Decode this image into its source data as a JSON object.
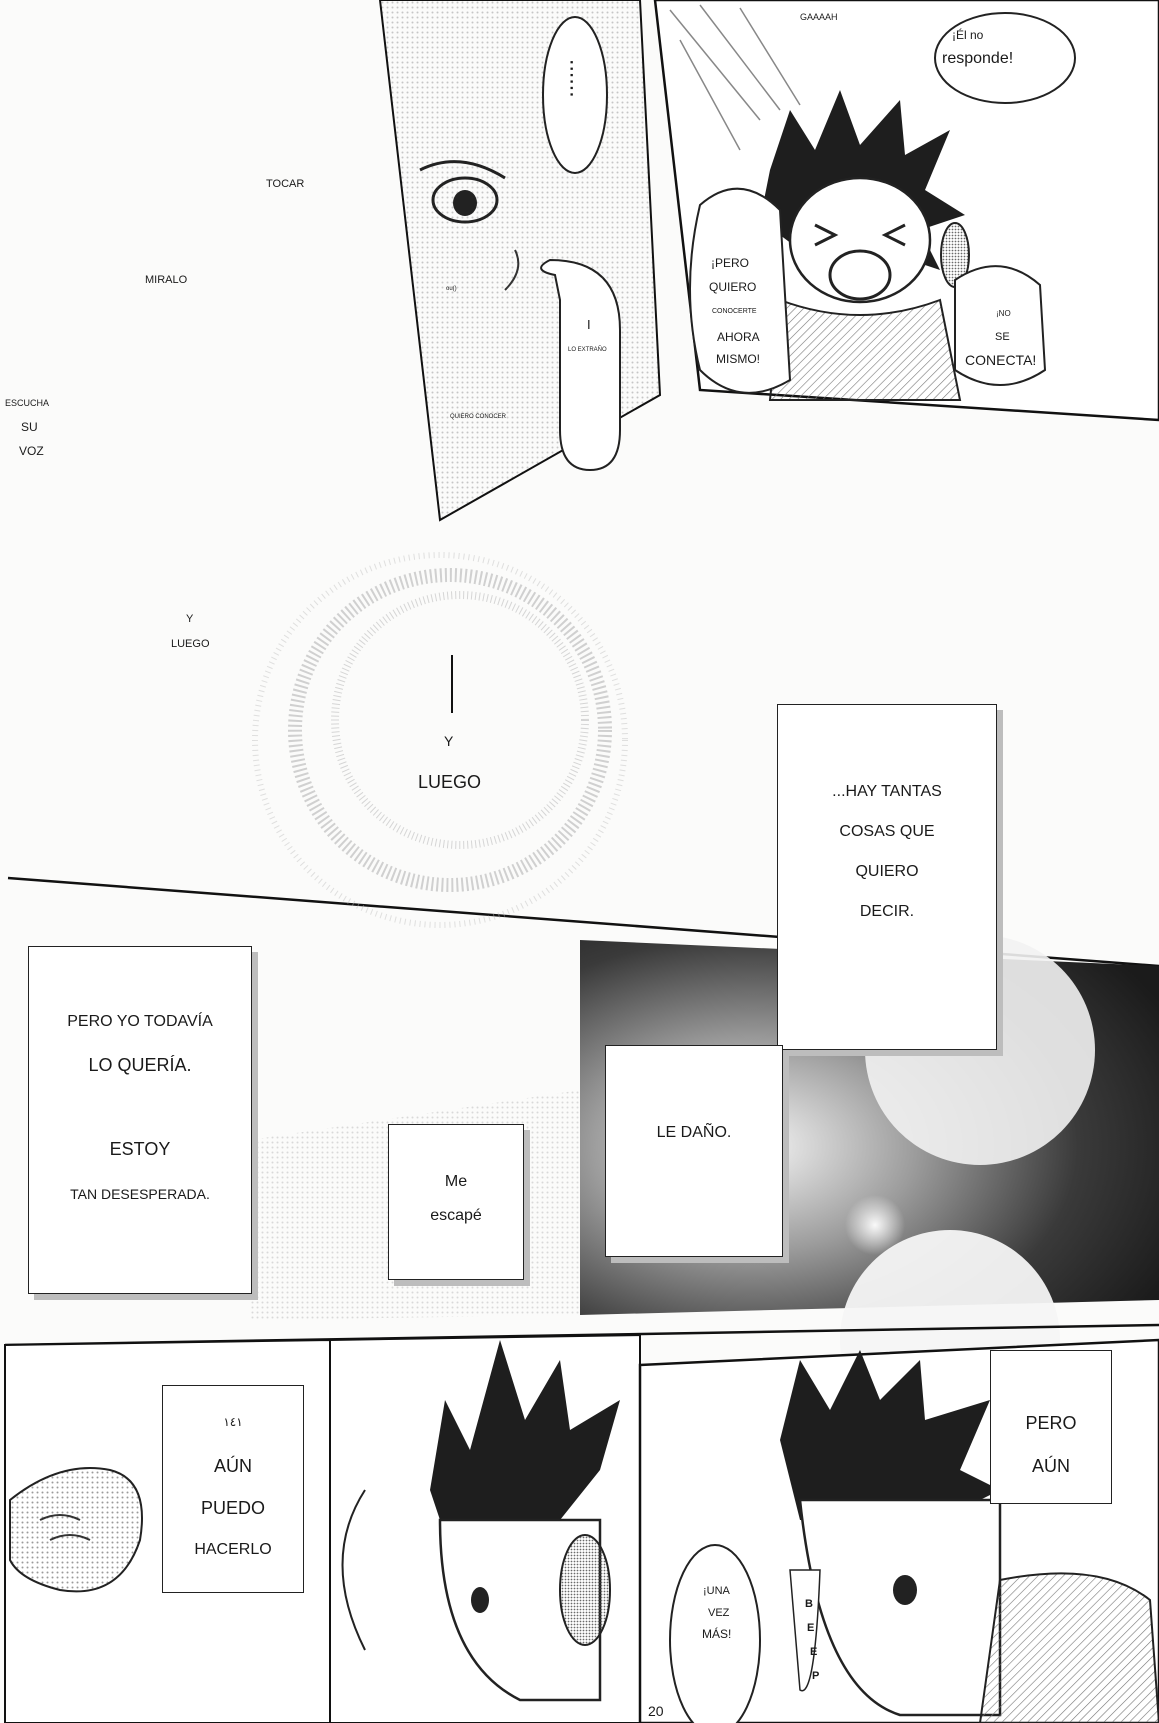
{
  "page_number": "20",
  "panel_top_left": {
    "words": [
      {
        "name": "text-tocar",
        "text": "TOCAR"
      },
      {
        "name": "text-miralo",
        "text": "MIRALO"
      },
      {
        "name": "text-escucha",
        "text": "ESCUCHA"
      },
      {
        "name": "text-su",
        "text": "SU"
      },
      {
        "name": "text-voz",
        "text": "VOZ"
      },
      {
        "name": "text-y-small",
        "text": "Y"
      },
      {
        "name": "text-luego-small",
        "text": "LUEGO"
      }
    ]
  },
  "panel_girl": {
    "ellipsis": "......",
    "small_1": "ou()",
    "bubble_line": "I",
    "small_2": "LO EXTRAÑO",
    "small_3": "QUIERO CONOCER"
  },
  "panel_boy_top": {
    "sfx": "GAAAAH",
    "caption_1": "¡Él no",
    "caption_2": "responde!",
    "left_lines": [
      "¡PERO",
      "QUIERO",
      "CONOCERTE",
      "AHORA",
      "MISMO!"
    ],
    "right_lines": [
      "¡NO",
      "SE",
      "CONECTA!"
    ]
  },
  "center": {
    "y": "Y",
    "luego": "LUEGO"
  },
  "captions": {
    "hay_tantas": [
      "...HAY TANTAS",
      "COSAS QUE",
      "QUIERO",
      "DECIR."
    ],
    "pero_yo": [
      "PERO YO TODAVÍA",
      "LO QUERÍA."
    ],
    "estoy": [
      "ESTOY",
      "TAN DESESPERADA."
    ],
    "me_escape": [
      "Me",
      "escapé"
    ],
    "le_dano": "LE DAÑO."
  },
  "bottom": {
    "left_box": [
      "١٤١",
      "AÚN",
      "PUEDO",
      "HACERLO"
    ],
    "right_box": [
      "PERO",
      "AÚN"
    ],
    "bubble": [
      "¡UNA",
      "VEZ",
      "MÁS!"
    ],
    "beep": [
      "B",
      "E",
      "E",
      "P"
    ]
  }
}
